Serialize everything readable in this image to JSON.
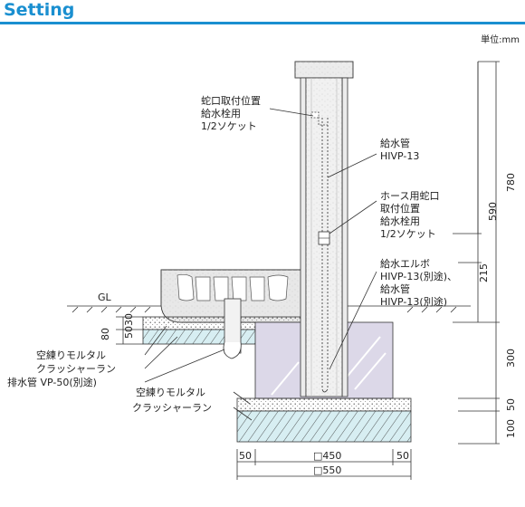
{
  "header": {
    "title": "Setting"
  },
  "unit": "単位:mm",
  "labels": {
    "faucet_pos": [
      "蛇口取付位置",
      "給水栓用",
      "1/2ソケット"
    ],
    "supply_pipe": [
      "給水管",
      "HIVP-13"
    ],
    "hose_faucet": [
      "ホース用蛇口",
      "取付位置",
      "給水栓用",
      "1/2ソケット"
    ],
    "elbow": [
      "給水エルボ",
      "HIVP-13(別途)、",
      "給水管",
      "HIVP-13(別途)"
    ],
    "gl": "GL",
    "left_mortar": "空練りモルタル",
    "left_crusher": "クラッシャーラン",
    "drain_pipe": "排水管 VP-50(別途)",
    "mid_mortar": "空練りモルタル",
    "mid_crusher": "クラッシャーラン"
  },
  "dimensions": {
    "right": {
      "d780": "780",
      "d590": "590",
      "d215": "215",
      "d300": "300",
      "d50": "50",
      "d100": "100"
    },
    "left": {
      "d80": "80",
      "d50": "50",
      "d30": "30"
    },
    "bottom": {
      "left50": "50",
      "sq450": "□450",
      "right50": "50",
      "sq550": "□550"
    }
  },
  "colors": {
    "accent": "#1a8fd0",
    "concrete": "#ebebeb",
    "block": "#dcd8e8",
    "gravel": "#d7eef2"
  }
}
